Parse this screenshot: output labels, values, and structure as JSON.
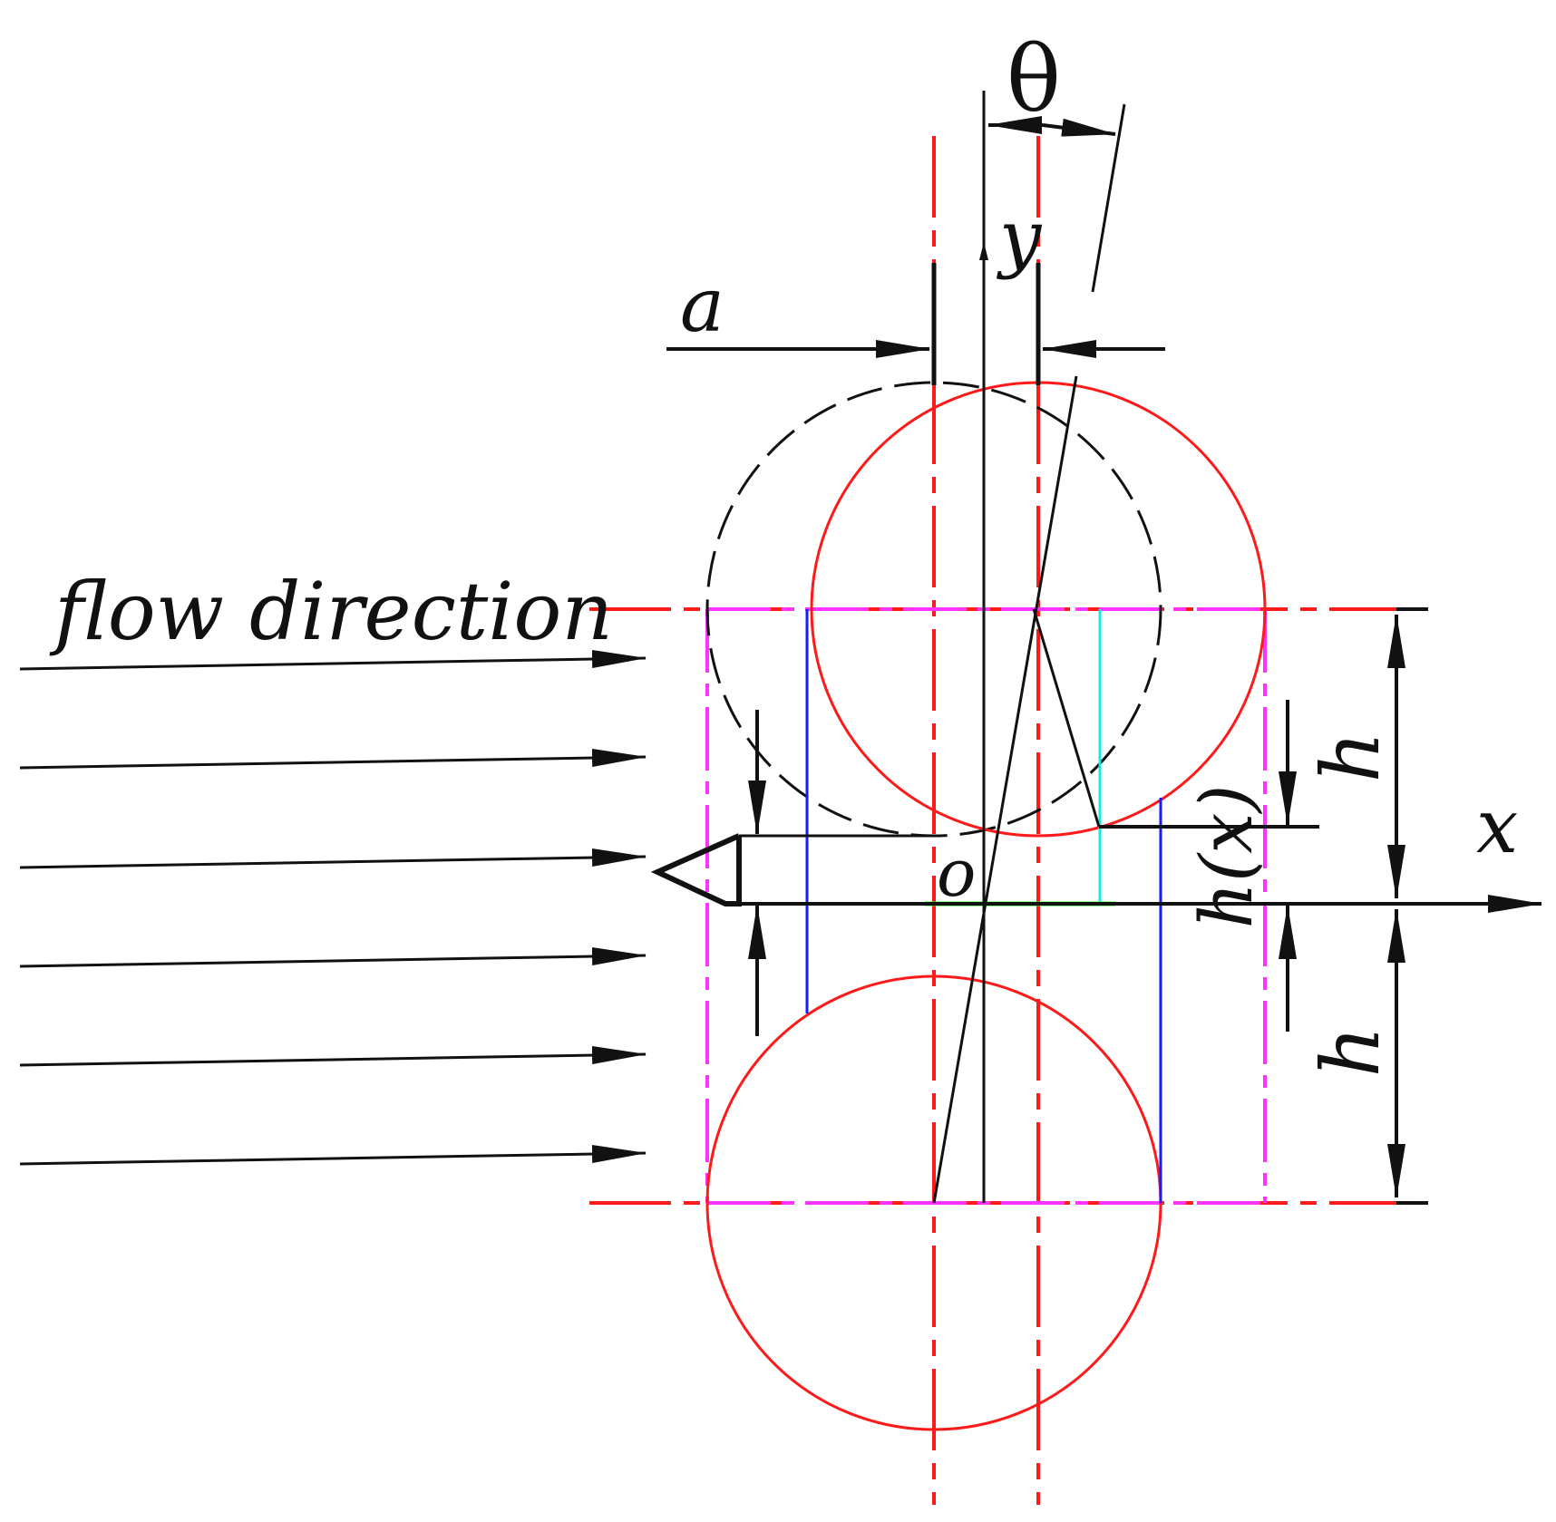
{
  "labels": {
    "flow": "flow direction",
    "theta": "θ",
    "a": "a",
    "y": "y",
    "x": "x",
    "o": "o",
    "h_top": "h",
    "h_bottom": "h",
    "hx": "h(x)"
  },
  "colors": {
    "black": "#111111",
    "red": "#ff1a1a",
    "magenta": "#ff33ff",
    "blue": "#1a1aff",
    "cyan": "#1ae6e6",
    "green": "#1aff1a"
  },
  "flow_arrows": 6
}
